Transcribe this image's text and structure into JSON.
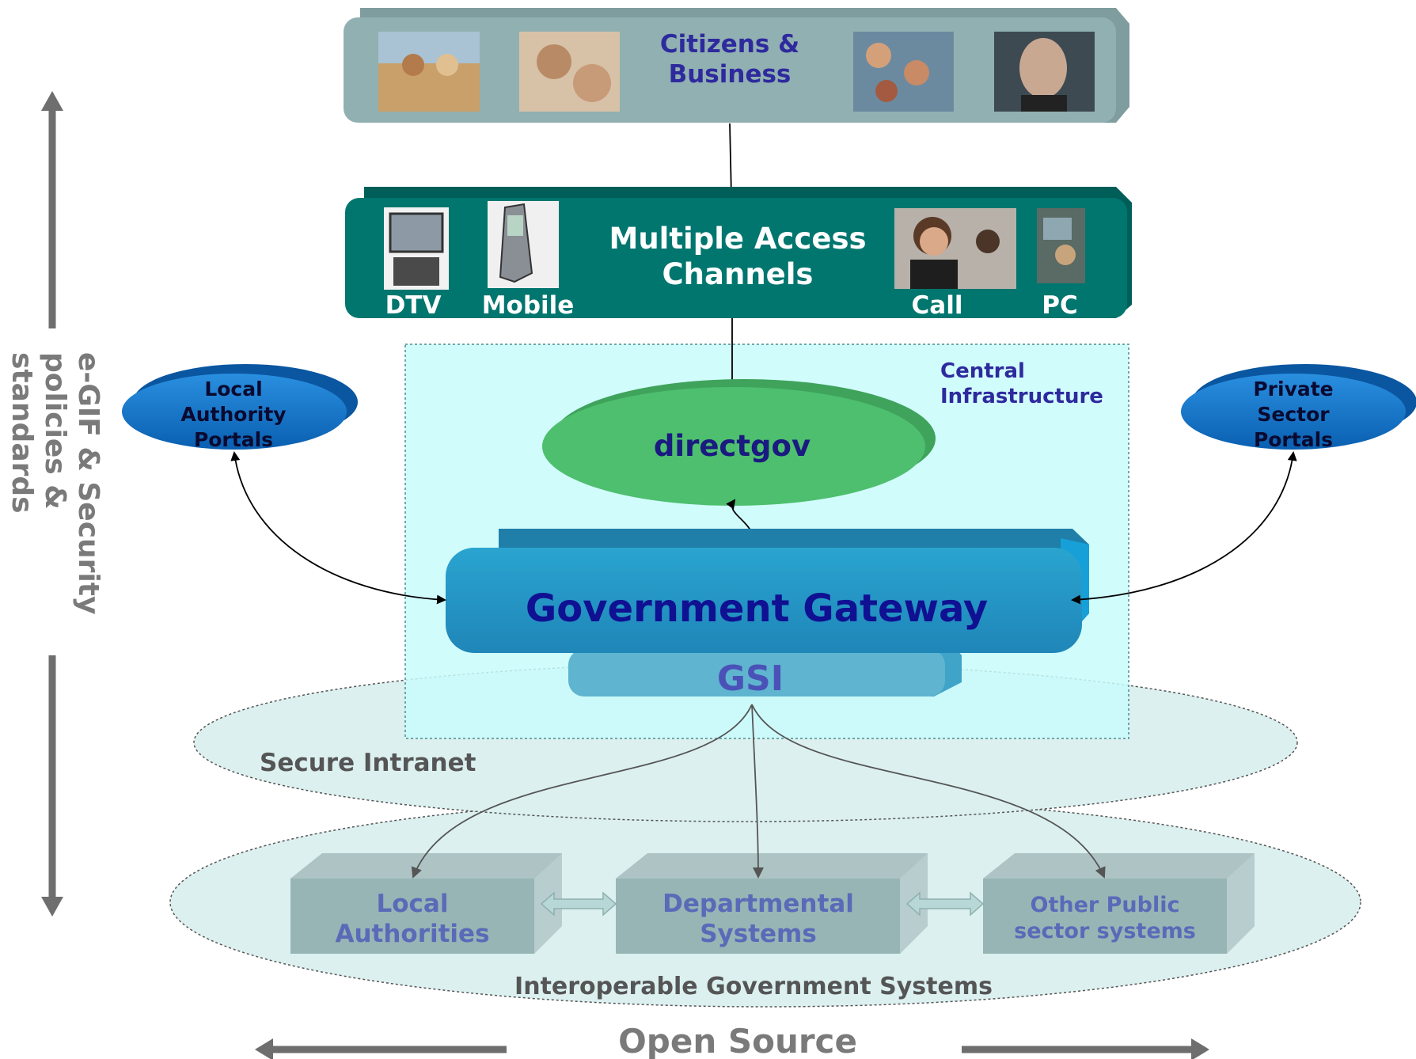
{
  "citizens": {
    "title_line1": "Citizens &",
    "title_line2": "Business",
    "photos": [
      "beach-couple-photo",
      "smiling-couple-photo",
      "family-photo",
      "elderly-man-photo"
    ]
  },
  "channels": {
    "title_line1": "Multiple Access",
    "title_line2": "Channels",
    "items": [
      {
        "label": "DTV",
        "icon": "tv-icon"
      },
      {
        "label": "Mobile",
        "icon": "mobile-phone-icon"
      },
      {
        "label": "Call",
        "icon": "call-centre-icon"
      },
      {
        "label": "PC",
        "icon": "pc-icon"
      }
    ]
  },
  "central": {
    "label_line1": "Central",
    "label_line2": "Infrastructure"
  },
  "directgov": {
    "label": "directgov"
  },
  "gateway": {
    "label": "Government Gateway"
  },
  "gsi": {
    "label": "GSI"
  },
  "local_portals": {
    "line1": "Local",
    "line2": "Authority",
    "line3": "Portals"
  },
  "private_portals": {
    "line1": "Private",
    "line2": "Sector",
    "line3": "Portals"
  },
  "secure_intranet": {
    "label": "Secure Intranet"
  },
  "systems": [
    {
      "line1": "Local",
      "line2": "Authorities"
    },
    {
      "line1": "Departmental",
      "line2": "Systems"
    },
    {
      "line1": "Other Public",
      "line2": "sector systems"
    }
  ],
  "interoperable": {
    "label": "Interoperable Government Systems"
  },
  "left_axis": {
    "line1": "e-GIF & Security",
    "line2": "policies &",
    "line3": "standards"
  },
  "bottom_axis": {
    "label": "Open Source"
  },
  "colors": {
    "citizens_box": "#8fadae",
    "channels_box": "#00746d",
    "central_box": "#c9fbfb",
    "directgov": "#4dbf6e",
    "gateway": "#2a9bc8",
    "gsi": "#5fb4cf",
    "portal": "#0a6fc2",
    "system_box": "#97b5b5",
    "title_text": "#2e2a9e",
    "axis": "#6e6e6e"
  }
}
